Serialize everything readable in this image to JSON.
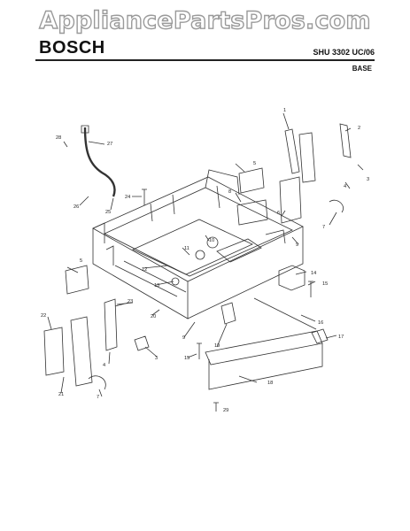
{
  "watermark": "AppliancePartsPros.com",
  "brand": "BOSCH",
  "model": "SHU 3302 UC/06",
  "section": "BASE",
  "callouts": [
    "1",
    "2",
    "3",
    "4",
    "5",
    "6",
    "7",
    "8",
    "9",
    "10",
    "11",
    "12",
    "13",
    "14",
    "15",
    "16",
    "17",
    "18",
    "19",
    "20",
    "21",
    "22",
    "23",
    "24",
    "25",
    "26",
    "27",
    "28",
    "29"
  ]
}
